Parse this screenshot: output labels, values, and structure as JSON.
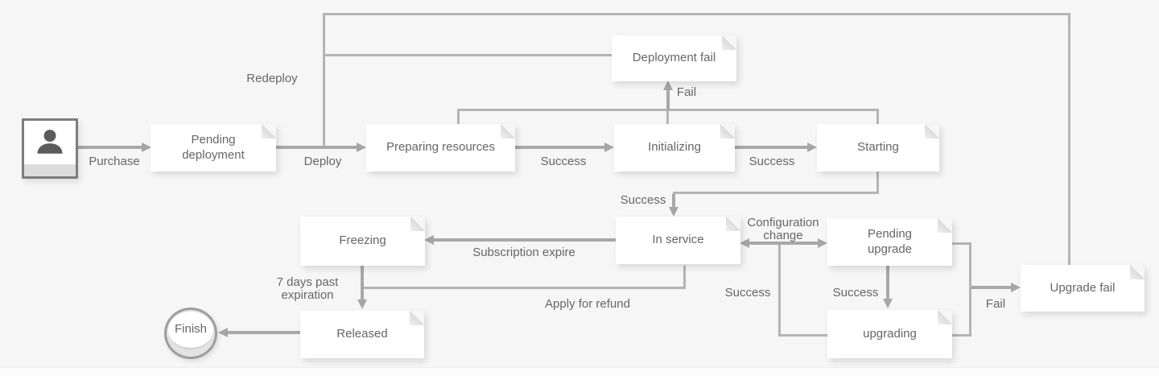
{
  "diagram": {
    "type": "state-flowchart",
    "background_color": "#f6f6f6",
    "line_color": "#b4b4b4",
    "arrow_color": "#a6a6a6",
    "node_fill": "#ffffff",
    "text_color": "#666666"
  },
  "nodes": {
    "actor": {
      "label": "",
      "icon": "user-icon"
    },
    "pending_deployment": {
      "label": "Pending deployment"
    },
    "preparing_resources": {
      "label": "Preparing resources"
    },
    "initializing": {
      "label": "Initializing"
    },
    "starting": {
      "label": "Starting"
    },
    "deployment_fail": {
      "label": "Deployment fail"
    },
    "in_service": {
      "label": "In service"
    },
    "freezing": {
      "label": "Freezing"
    },
    "pending_upgrade": {
      "label": "Pending upgrade"
    },
    "upgrading": {
      "label": "upgrading"
    },
    "upgrade_fail": {
      "label": "Upgrade fail"
    },
    "released": {
      "label": "Released"
    },
    "finish": {
      "label": "Finish"
    }
  },
  "edges": {
    "purchase": {
      "label": "Purchase",
      "from": "actor",
      "to": "pending_deployment"
    },
    "deploy": {
      "label": "Deploy",
      "from": "pending_deployment",
      "to": "preparing_resources"
    },
    "preparing_success": {
      "label": "Success",
      "from": "preparing_resources",
      "to": "initializing"
    },
    "initializing_success": {
      "label": "Success",
      "from": "initializing",
      "to": "starting"
    },
    "fail_deployment": {
      "label": "Fail",
      "from": [
        "preparing_resources",
        "initializing",
        "starting"
      ],
      "to": "deployment_fail"
    },
    "redeploy": {
      "label": "Redeploy",
      "from": [
        "deployment_fail",
        "upgrade_fail"
      ],
      "to": "preparing_resources"
    },
    "starting_success": {
      "label": "Success",
      "from": "starting",
      "to": "in_service"
    },
    "configuration_change": {
      "label": "Configuration change",
      "from": "in_service",
      "to": "pending_upgrade",
      "bidirectional": true
    },
    "subscription_expire": {
      "label": "Subscription expire",
      "from": "in_service",
      "to": "freezing"
    },
    "days_past_expiration": {
      "label": "7 days past expiration",
      "from": "freezing",
      "to": "released"
    },
    "apply_for_refund": {
      "label": "Apply for refund",
      "from": "in_service",
      "to": "released"
    },
    "pending_upgrade_success": {
      "label": "Success",
      "from": "pending_upgrade",
      "to": "upgrading"
    },
    "upgrading_success": {
      "label": "Success",
      "from": "upgrading",
      "to": "in_service"
    },
    "fail_upgrade": {
      "label": "Fail",
      "from": [
        "pending_upgrade",
        "upgrading"
      ],
      "to": "upgrade_fail"
    },
    "released_to_finish": {
      "label": "",
      "from": "released",
      "to": "finish"
    }
  }
}
